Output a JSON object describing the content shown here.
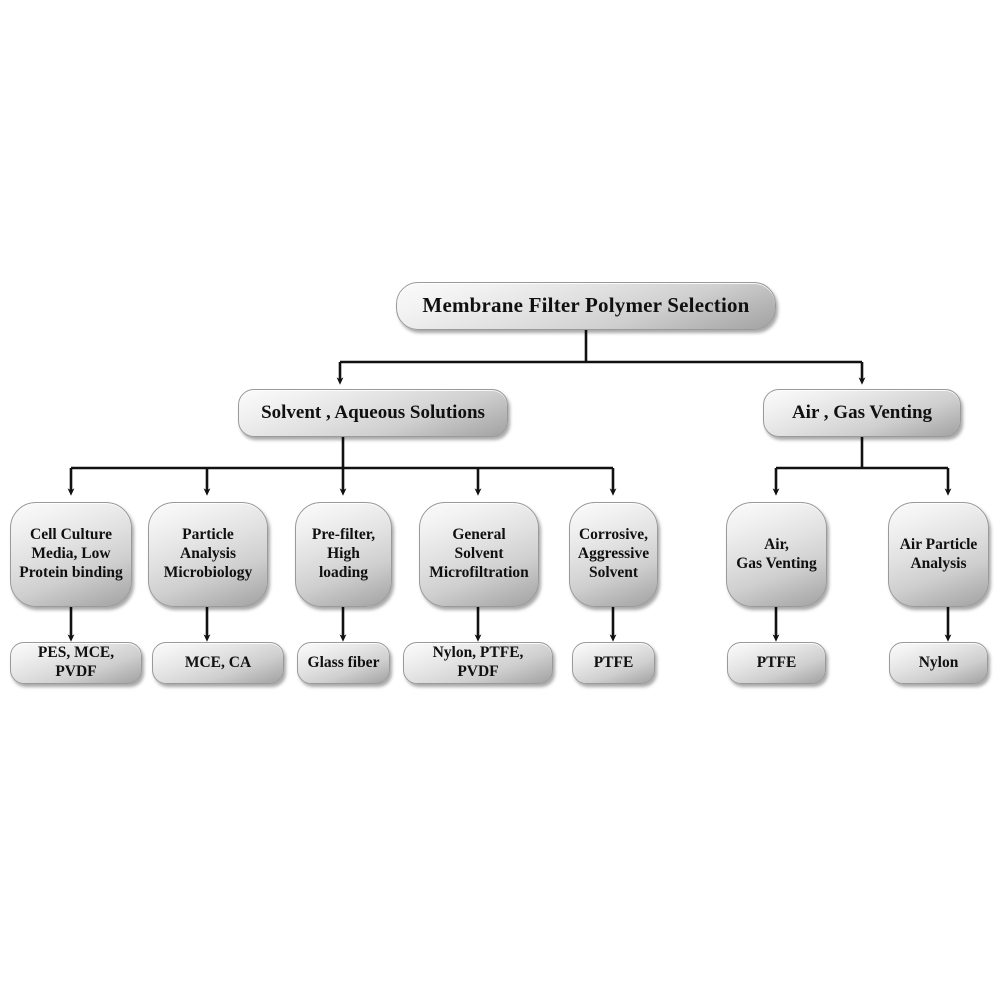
{
  "diagram": {
    "title": "Membrane Filter Polymer Selection",
    "type": "flowchart",
    "background_color": "#ffffff",
    "node_fill_top": "#fbfbfb",
    "node_fill_bottom": "#a2a2a2",
    "node_border_color": "#9a9a9a",
    "text_color": "#101010",
    "edge_color": "#111111"
  },
  "root": {
    "label": "Membrane Filter Polymer Selection"
  },
  "branches": [
    {
      "label": "Solvent , Aqueous Solutions"
    },
    {
      "label": "Air , Gas Venting"
    }
  ],
  "categories": [
    {
      "label": "Cell Culture\nMedia, Low\nProtein binding"
    },
    {
      "label": "Particle Analysis\nMicrobiology"
    },
    {
      "label": "Pre-filter,\nHigh loading"
    },
    {
      "label": "General Solvent\nMicrofiltration"
    },
    {
      "label": "Corrosive,\nAggressive\nSolvent"
    },
    {
      "label": "Air,\nGas Venting"
    },
    {
      "label": "Air Particle\nAnalysis"
    }
  ],
  "results": [
    {
      "label": "PES, MCE, PVDF"
    },
    {
      "label": "MCE, CA"
    },
    {
      "label": "Glass fiber"
    },
    {
      "label": "Nylon, PTFE, PVDF"
    },
    {
      "label": "PTFE"
    },
    {
      "label": "PTFE"
    },
    {
      "label": "Nylon"
    }
  ]
}
